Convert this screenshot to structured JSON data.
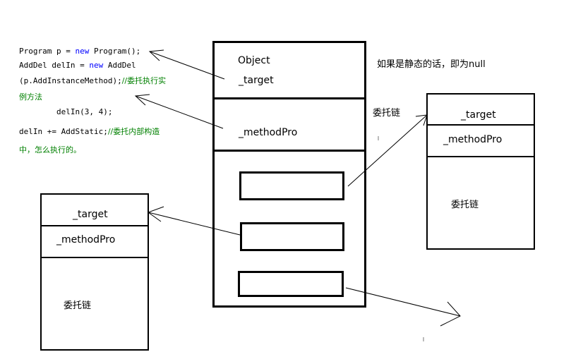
{
  "code": {
    "line1_a": "Program p = ",
    "line1_kw": "new",
    "line1_b": " Program();",
    "line2_a": "AddDel delIn = ",
    "line2_kw": "new",
    "line2_b": " AddDel",
    "line3_a": "(p.AddInstanceMethod);",
    "line3_comment": "//委托执行实",
    "line4_comment": "例方法",
    "line5": "        delIn(3, 4);",
    "line6_a": "delIn += AddStatic;",
    "line6_comment": "//委托内部构造",
    "line7_comment": "中，怎么执行的。"
  },
  "central_object": {
    "object_label": "Object",
    "target_label": "_target",
    "method_label": "_methodPro"
  },
  "static_note": "如果是静态的话，即为null",
  "chain_label": "委托链",
  "right_box": {
    "target_label": "_target",
    "method_label": "_methodPro",
    "chain_label": "委托链"
  },
  "left_box": {
    "target_label": "_target",
    "method_label": "_methodPro",
    "chain_label": "委托链"
  },
  "colors": {
    "keyword": "#0000ff",
    "comment": "#008000",
    "line": "#000000"
  }
}
